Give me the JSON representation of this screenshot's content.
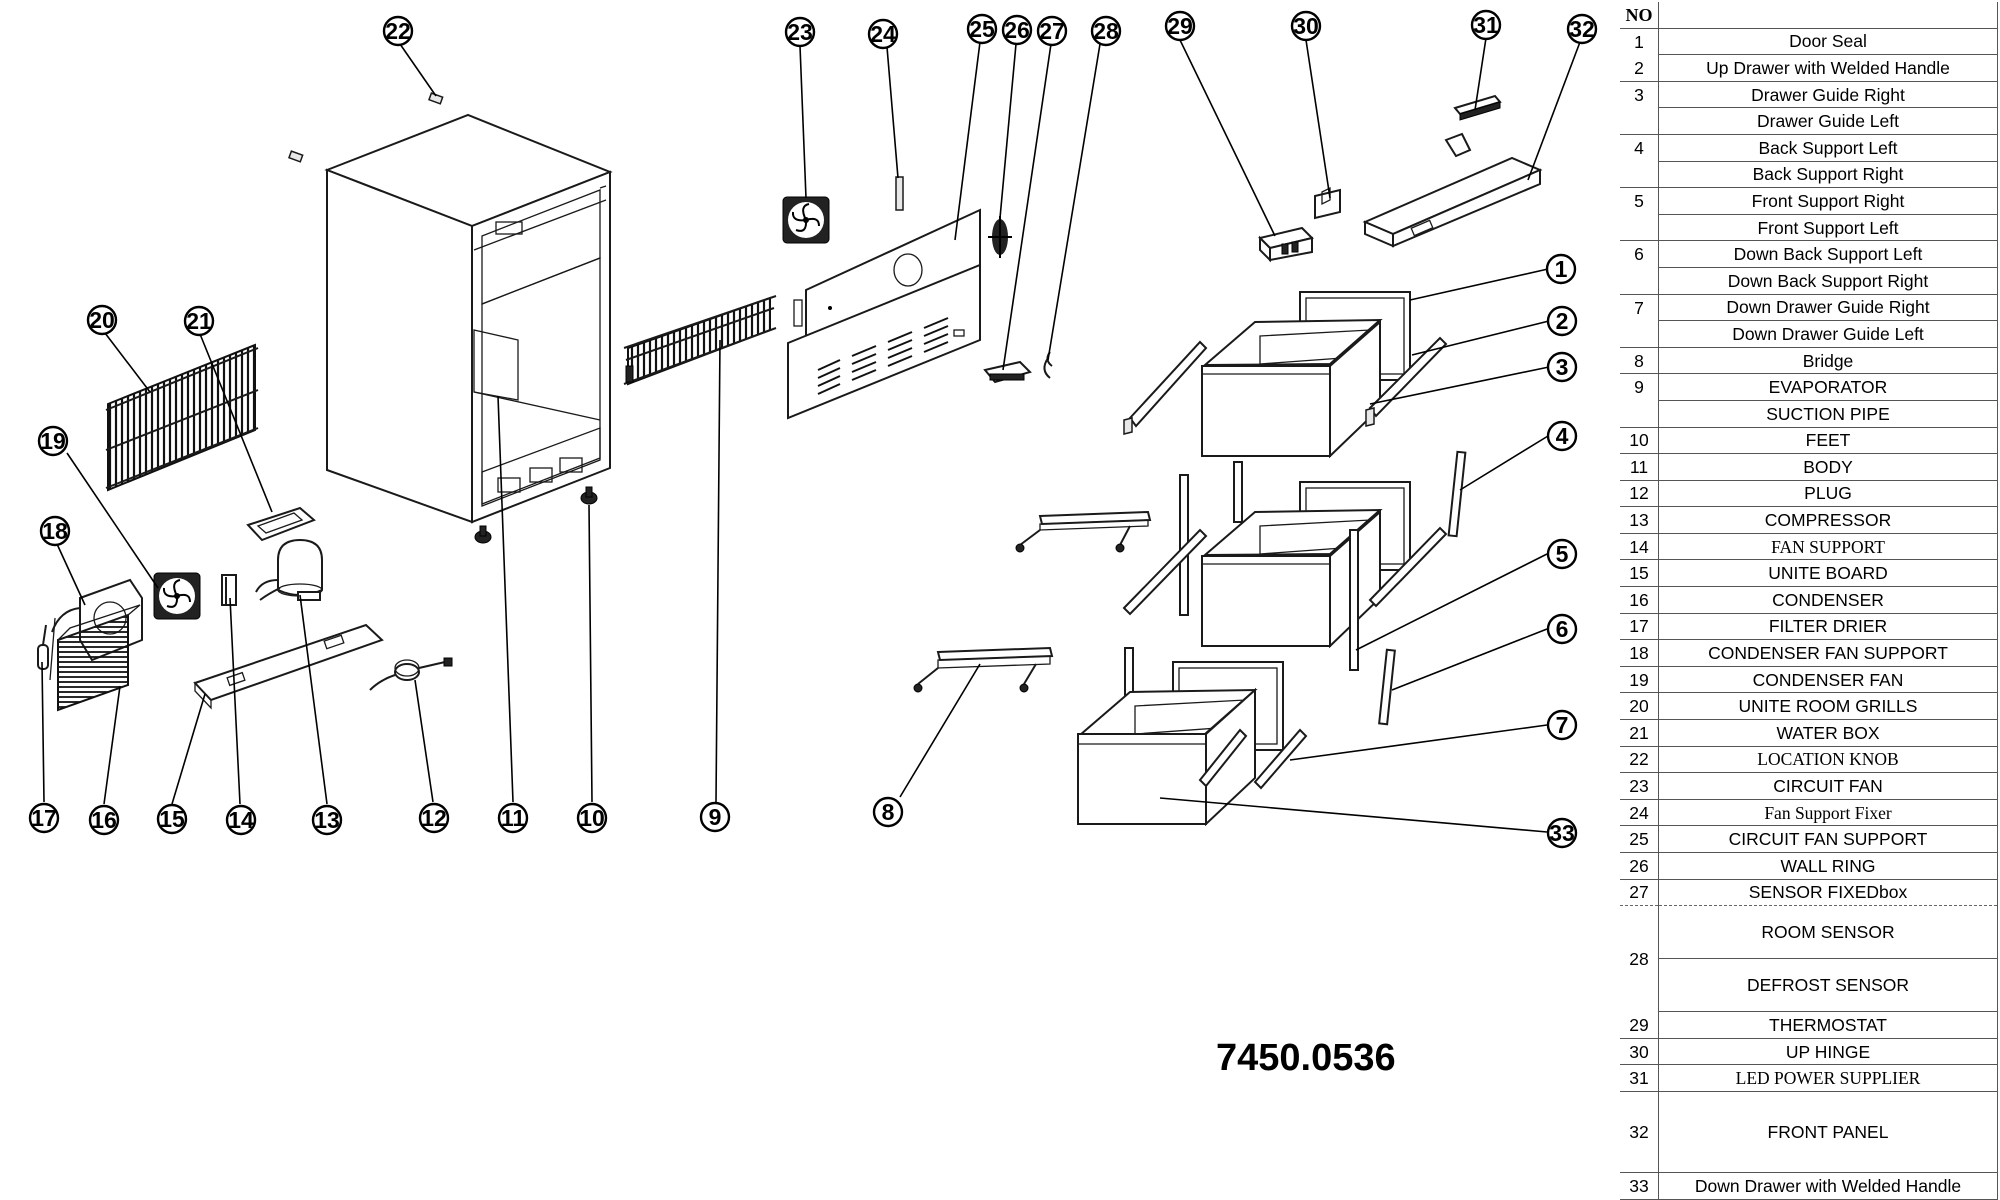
{
  "drawing_code": "7450.0536",
  "callouts": [
    "22",
    "23",
    "24",
    "25",
    "26",
    "27",
    "28",
    "29",
    "30",
    "31",
    "32",
    "20",
    "21",
    "19",
    "18",
    "1",
    "2",
    "3",
    "4",
    "5",
    "6",
    "7",
    "33",
    "8",
    "9",
    "10",
    "11",
    "12",
    "13",
    "14",
    "15",
    "16",
    "17"
  ],
  "table": {
    "header": "NO",
    "rows": [
      {
        "no": "1",
        "name": "Door Seal"
      },
      {
        "no": "2",
        "name": "Up Drawer with Welded Handle"
      },
      {
        "no": "3",
        "name": "Drawer Guide Right"
      },
      {
        "no": "",
        "name": "Drawer Guide Left"
      },
      {
        "no": "4",
        "name": "Back Support Left"
      },
      {
        "no": "",
        "name": "Back Support Right"
      },
      {
        "no": "5",
        "name": "Front Support  Right"
      },
      {
        "no": "",
        "name": "Front Support Left"
      },
      {
        "no": "6",
        "name": "Down Back Support Left"
      },
      {
        "no": "",
        "name": "Down Back Support Right"
      },
      {
        "no": "7",
        "name": "Down Drawer Guide Right"
      },
      {
        "no": "",
        "name": "Down Drawer Guide Left"
      },
      {
        "no": "8",
        "name": "Bridge"
      },
      {
        "no": "9",
        "name": "EVAPORATOR"
      },
      {
        "no": "",
        "name": "SUCTION PIPE"
      },
      {
        "no": "10",
        "name": "FEET"
      },
      {
        "no": "11",
        "name": "BODY"
      },
      {
        "no": "12",
        "name": "PLUG"
      },
      {
        "no": "13",
        "name": "COMPRESSOR"
      },
      {
        "no": "14",
        "name": "FAN SUPPORT"
      },
      {
        "no": "15",
        "name": "UNITE BOARD"
      },
      {
        "no": "16",
        "name": "CONDENSER"
      },
      {
        "no": "17",
        "name": "FILTER DRIER"
      },
      {
        "no": "18",
        "name": "CONDENSER FAN SUPPORT"
      },
      {
        "no": "19",
        "name": "CONDENSER FAN"
      },
      {
        "no": "20",
        "name": "UNITE ROOM GRILLS"
      },
      {
        "no": "21",
        "name": "WATER BOX"
      },
      {
        "no": "22",
        "name": "LOCATION KNOB"
      },
      {
        "no": "23",
        "name": "CIRCUIT FAN"
      },
      {
        "no": "24",
        "name": "Fan Support Fixer"
      },
      {
        "no": "25",
        "name": "CIRCUIT FAN SUPPORT"
      },
      {
        "no": "26",
        "name": "WALL RING"
      },
      {
        "no": "27",
        "name": "SENSOR FIXEDbox"
      },
      {
        "no": "28",
        "name": "ROOM SENSOR"
      },
      {
        "no": "",
        "name": "DEFROST SENSOR"
      },
      {
        "no": "29",
        "name": "THERMOSTAT"
      },
      {
        "no": "30",
        "name": "UP HINGE"
      },
      {
        "no": "31",
        "name": "LED POWER SUPPLIER"
      },
      {
        "no": "32",
        "name": "FRONT PANEL"
      },
      {
        "no": "33",
        "name": "Down Drawer with Welded Handle"
      }
    ]
  }
}
